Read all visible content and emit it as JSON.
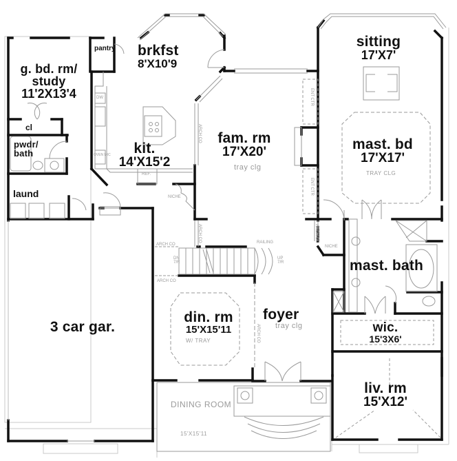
{
  "plan": {
    "rooms": [
      {
        "id": "guest-bedroom",
        "name": "g. bd. rm/\nstudy",
        "name_line1": "g. bd. rm/",
        "name_line2": "study",
        "dimensions": "11'2X13'4"
      },
      {
        "id": "pantry",
        "name": "pantry"
      },
      {
        "id": "breakfast",
        "name": "brkfst",
        "dimensions": "8'X10'9"
      },
      {
        "id": "closet",
        "name": "cl"
      },
      {
        "id": "powder-bath",
        "name_line1": "pwdr/",
        "name_line2": "bath"
      },
      {
        "id": "kitchen",
        "name": "kit.",
        "dimensions": "14'X15'2"
      },
      {
        "id": "laundry",
        "name": "laund"
      },
      {
        "id": "family-room",
        "name": "fam. rm",
        "dimensions": "17'X20'",
        "note": "tray clg"
      },
      {
        "id": "sitting",
        "name": "sitting",
        "dimensions": "17'X7'"
      },
      {
        "id": "master-bedroom",
        "name": "mast. bd",
        "dimensions": "17'X17'",
        "note": "TRAY CLG"
      },
      {
        "id": "master-bath",
        "name": "mast. bath"
      },
      {
        "id": "garage",
        "name": "3 car gar."
      },
      {
        "id": "dining-room",
        "name": "din. rm",
        "dimensions": "15'X15'11",
        "note": "W/ TRAY"
      },
      {
        "id": "foyer",
        "name": "foyer",
        "note": "tray clg"
      },
      {
        "id": "walk-in-closet",
        "name": "wic.",
        "dimensions": "15'3X6'"
      },
      {
        "id": "living-room",
        "name": "liv. rm",
        "dimensions": "15'X12'"
      }
    ],
    "annotations": {
      "dining_room_outside": "DINING ROOM",
      "dining_room_outside_dim": "15'X15'11",
      "railing": "RAILING",
      "niche_left": "NICHE",
      "niche_right": "NICHE",
      "arch_co": "ARCH CO",
      "ent_ctr": "ENT CTR",
      "ref": "REF.",
      "oven_mic": "OVEN MIC",
      "dw": "DW",
      "dn": "DN 7/R",
      "up": "UP 7/R"
    }
  }
}
